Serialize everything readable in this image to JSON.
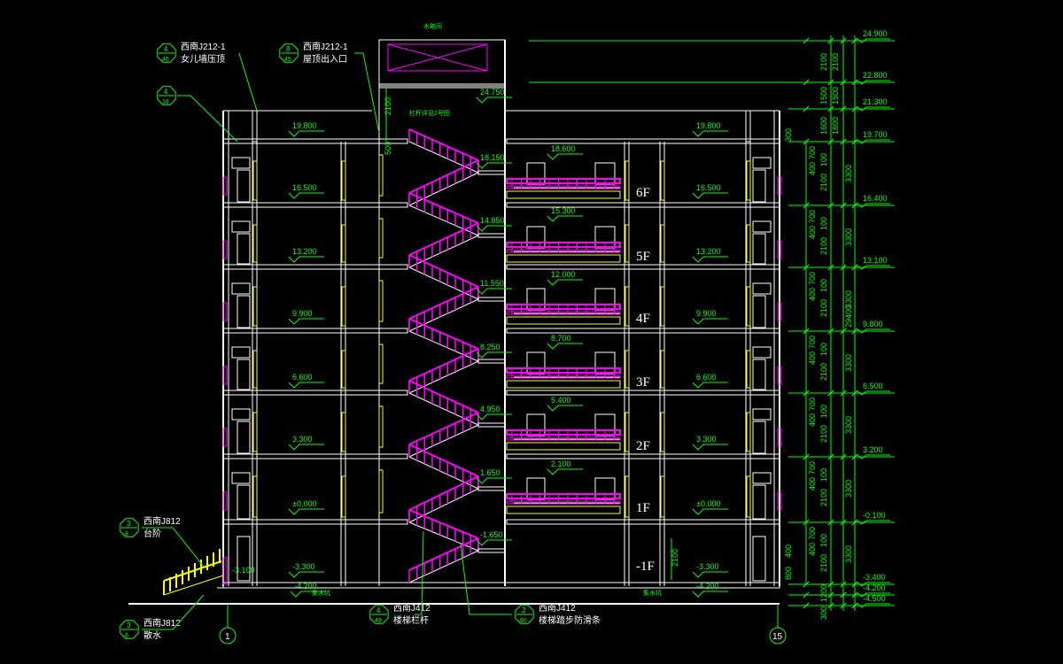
{
  "drawing": {
    "background": "#000000",
    "colors": {
      "wall": "#ffffff",
      "annotation": "#00ff00",
      "railing": "#ff00ff",
      "window": "#ffff00",
      "rooftop": "#ff00ff"
    },
    "top_callouts": [
      {
        "code": "西南J212-1",
        "desc": "女儿墙压顶",
        "num": "4",
        "sheet": "46"
      },
      {
        "code": "西南J212-1",
        "desc": "屋顶出入口",
        "num": "8",
        "sheet": "45"
      },
      {
        "code": "",
        "desc": "",
        "num": "4",
        "sheet": "18"
      }
    ],
    "roof_label": "水箱间",
    "stair_note": "栏杆详见2号图",
    "left_levels": [
      "19.800",
      "16.500",
      "13.200",
      "9.900",
      "6.600",
      "3.300",
      "±0.000",
      "-3.300",
      "-4.200"
    ],
    "stair_levels": [
      "24.750",
      "18.150",
      "14.850",
      "11.550",
      "8.250",
      "4.950",
      "1.650",
      "-1.650"
    ],
    "mid_levels": [
      "18.600",
      "15.300",
      "12.000",
      "8.700",
      "5.400",
      "2.100"
    ],
    "right_levels": [
      "19.800",
      "16.500",
      "13.200",
      "9.900",
      "6.600",
      "3.300",
      "±0.000",
      "-3.300",
      "-4.200"
    ],
    "left_small_level": "-3.100",
    "dim_levels": [
      "24.900",
      "22.800",
      "21.300",
      "19.700",
      "16.400",
      "13.100",
      "9.800",
      "6.500",
      "3.200",
      "-0.100",
      "-3.400",
      "-4.200",
      "-4.500"
    ],
    "floors": [
      "6F",
      "5F",
      "4F",
      "3F",
      "2F",
      "1F",
      "-1F"
    ],
    "chain_top": [
      "2100",
      "1500",
      "1600"
    ],
    "chain_floor": [
      "700",
      "400",
      "2100",
      "100"
    ],
    "floor_height": "3300",
    "total_height": "29400",
    "misc_dims": {
      "d2100": "2100",
      "d500": "500",
      "d300": "300",
      "d800": "800",
      "d400": "400",
      "d1200": "1200"
    },
    "bottom_callouts": [
      {
        "code": "西南J812",
        "desc": "台阶",
        "num": "3",
        "sheet": "8"
      },
      {
        "code": "西南J812",
        "desc": "散水",
        "num": "3",
        "sheet": "6"
      },
      {
        "code": "西南J412",
        "desc": "楼梯栏杆",
        "num": "4",
        "sheet": "49"
      },
      {
        "code": "西南J412",
        "desc": "楼梯踏步防滑条",
        "num": "2",
        "sheet": "60"
      }
    ],
    "grid_axes": [
      "1",
      "15"
    ],
    "sump_labels": [
      "集水坑",
      "集水坑"
    ]
  }
}
